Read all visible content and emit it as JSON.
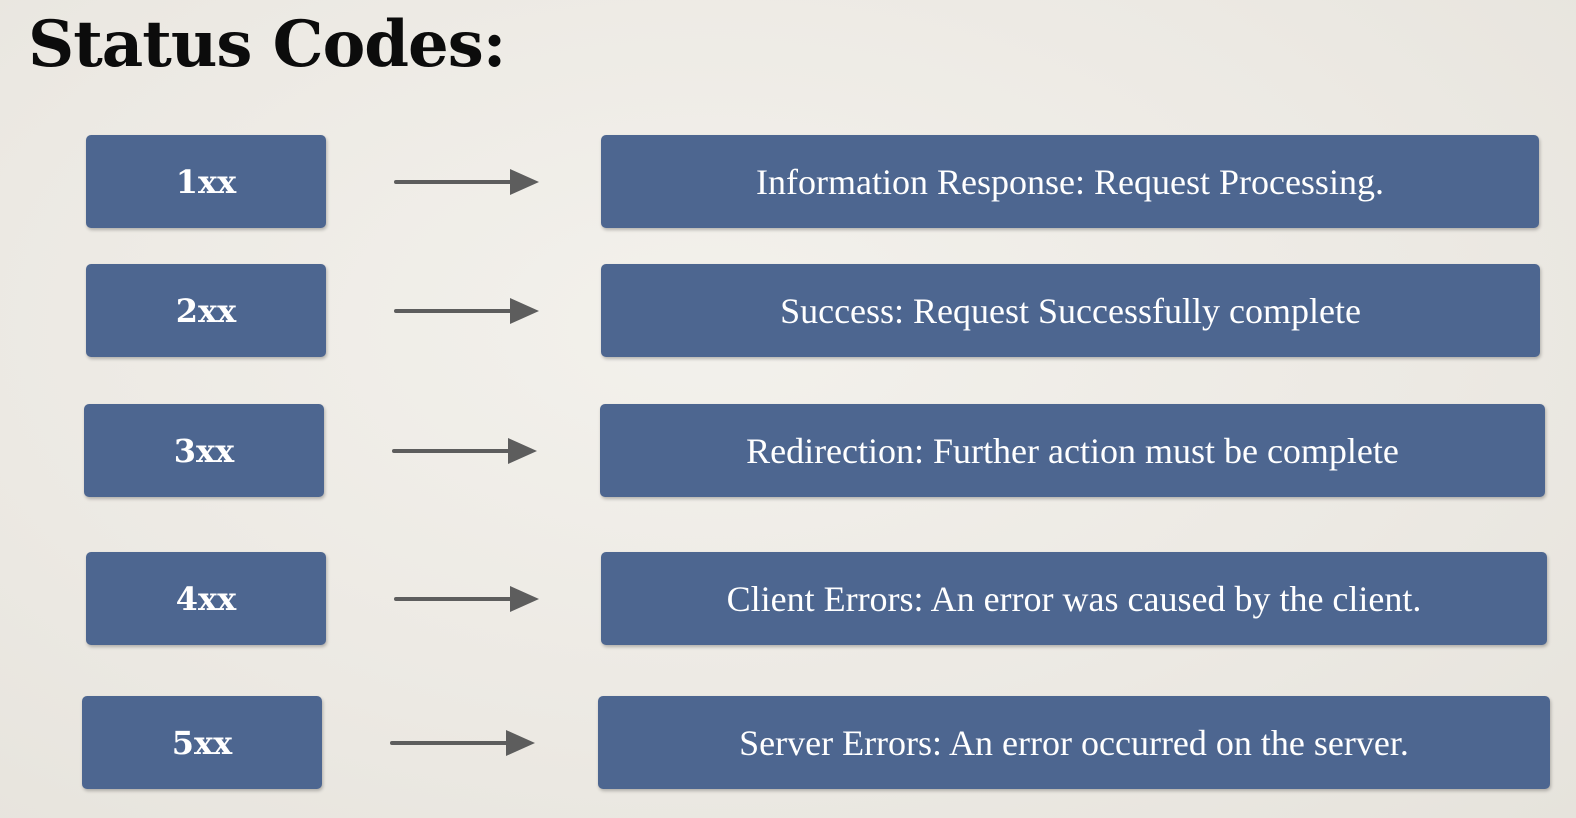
{
  "title": "Status Codes:",
  "colors": {
    "box": "#4d6690",
    "box_text": "#ffffff",
    "arrow": "#5d5d5d",
    "background": "#efece6",
    "title": "#0c0c0c"
  },
  "rows": [
    {
      "code": "1xx",
      "arrow_icon": "right-arrow-icon",
      "description": "Information Response: Request Processing."
    },
    {
      "code": "2xx",
      "arrow_icon": "right-arrow-icon",
      "description": "Success: Request Successfully complete"
    },
    {
      "code": "3xx",
      "arrow_icon": "right-arrow-icon",
      "description": "Redirection: Further action must be complete"
    },
    {
      "code": "4xx",
      "arrow_icon": "right-arrow-icon",
      "description": "Client Errors: An error was caused by the client."
    },
    {
      "code": "5xx",
      "arrow_icon": "right-arrow-icon",
      "description": "Server Errors: An error occurred on the server."
    }
  ]
}
